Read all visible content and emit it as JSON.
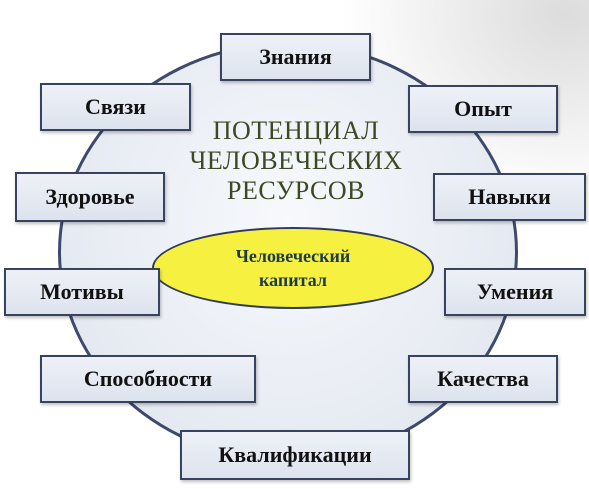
{
  "title": {
    "line1": "ПОТЕНЦИАЛ",
    "line2": "ЧЕЛОВЕЧЕСКИХ",
    "line3": "РЕСУРСОВ"
  },
  "center": {
    "line1": "Человеческий",
    "line2": "капитал"
  },
  "boxes": {
    "znaniya": "Знания",
    "svyazi": "Связи",
    "opyt": "Опыт",
    "zdorovye": "Здоровье",
    "navyki": "Навыки",
    "motivy": "Мотивы",
    "umeniya": "Умения",
    "sposobnosti": "Способности",
    "kachestva": "Качества",
    "kvalifikatsii": "Квалификации"
  },
  "colors": {
    "border": "#37435f",
    "title": "#3b4a22",
    "center_fill": "#f6f141"
  }
}
